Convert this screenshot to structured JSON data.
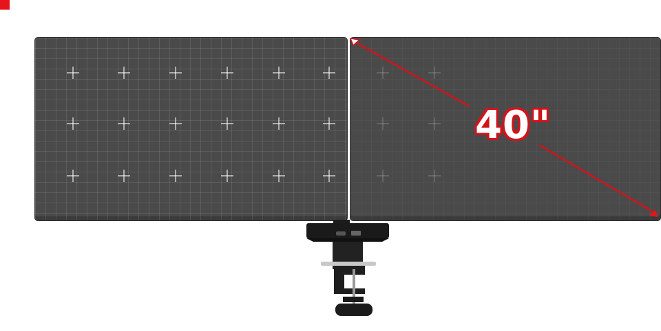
{
  "annotation": {
    "screen_size_label": "40\"",
    "accent_color": "#d0141b"
  },
  "product": {
    "monitors": 2,
    "mount_type": "desk clamp"
  }
}
